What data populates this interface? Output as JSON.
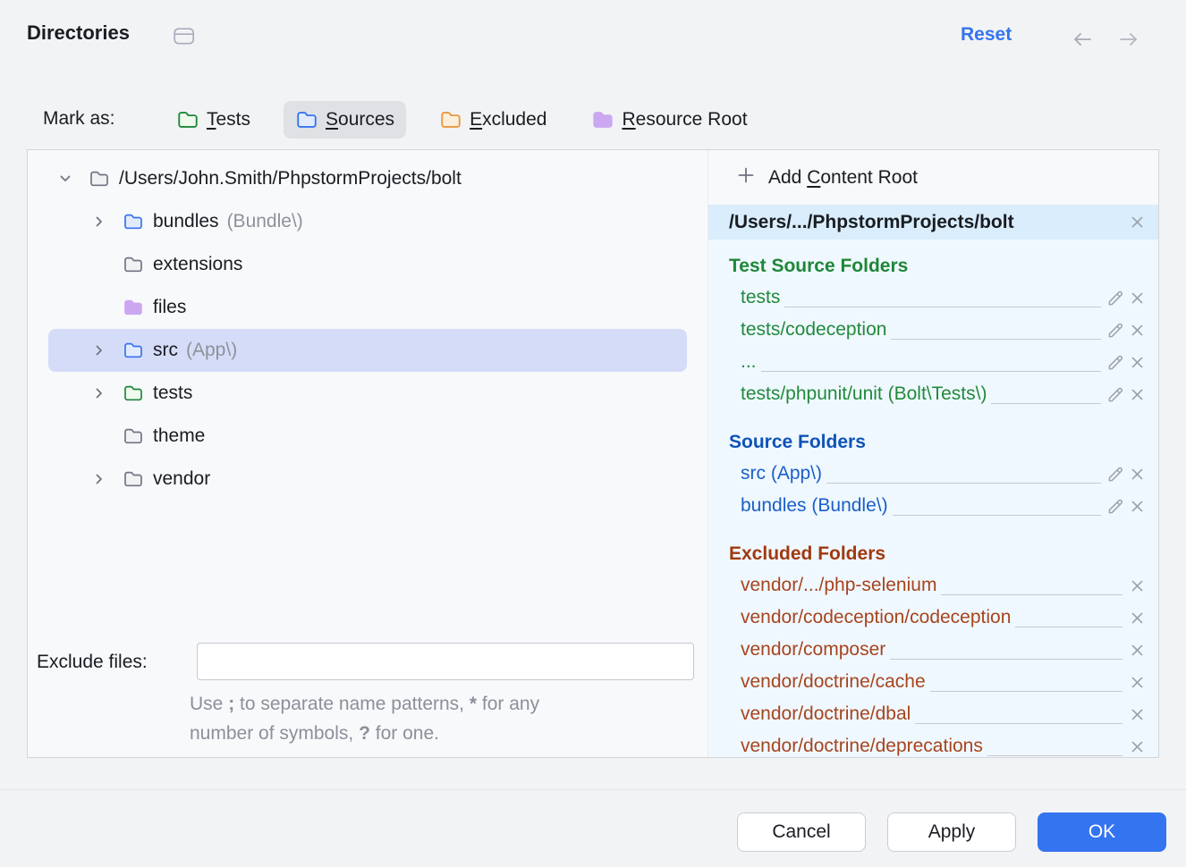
{
  "header": {
    "title": "Directories",
    "reset_label": "Reset"
  },
  "mark_as": {
    "label": "Mark as:",
    "buttons": [
      {
        "label": "Tests",
        "mnemonic": "T",
        "color_key": "green",
        "selected": false
      },
      {
        "label": "Sources",
        "mnemonic": "S",
        "color_key": "blue",
        "selected": true
      },
      {
        "label": "Excluded",
        "mnemonic": "E",
        "color_key": "orange",
        "selected": false
      },
      {
        "label": "Resource Root",
        "mnemonic": "R",
        "color_key": "purple",
        "selected": false
      }
    ]
  },
  "tree": {
    "items": [
      {
        "name": "/Users/John.Smith/PhpstormProjects/bolt",
        "suffix": "",
        "chevron": "down",
        "folder": "gray",
        "indent": 0,
        "selected": false
      },
      {
        "name": "bundles",
        "suffix": "(Bundle\\)",
        "chevron": "right",
        "folder": "blue",
        "indent": 1,
        "selected": false
      },
      {
        "name": "extensions",
        "suffix": "",
        "chevron": "none",
        "folder": "gray",
        "indent": 1,
        "selected": false
      },
      {
        "name": "files",
        "suffix": "",
        "chevron": "none",
        "folder": "purple",
        "indent": 1,
        "selected": false
      },
      {
        "name": "src",
        "suffix": "(App\\)",
        "chevron": "right",
        "folder": "blue",
        "indent": 1,
        "selected": true
      },
      {
        "name": "tests",
        "suffix": "",
        "chevron": "right",
        "folder": "green",
        "indent": 1,
        "selected": false
      },
      {
        "name": "theme",
        "suffix": "",
        "chevron": "none",
        "folder": "gray",
        "indent": 1,
        "selected": false
      },
      {
        "name": "vendor",
        "suffix": "",
        "chevron": "right",
        "folder": "gray",
        "indent": 1,
        "selected": false
      }
    ]
  },
  "exclude_files": {
    "label": "Exclude files:",
    "value": "",
    "hint_lines": [
      [
        {
          "t": "Use "
        },
        {
          "t": ";",
          "b": true
        },
        {
          "t": " to separate name patterns, "
        },
        {
          "t": "*",
          "b": true
        },
        {
          "t": " for any"
        }
      ],
      [
        {
          "t": "number of symbols, "
        },
        {
          "t": "?",
          "b": true
        },
        {
          "t": " for one."
        }
      ]
    ]
  },
  "content_roots": {
    "add_label": "Add Content Root",
    "add_mnemonic": "C",
    "root_path": "/Users/.../PhpstormProjects/bolt",
    "sections": [
      {
        "title": "Test Source Folders",
        "key": "tests",
        "rows": [
          {
            "text": "tests",
            "editable": true
          },
          {
            "text": "tests/codeception",
            "editable": true
          },
          {
            "text": "...",
            "editable": true
          },
          {
            "text": "tests/phpunit/unit (Bolt\\Tests\\)",
            "editable": true
          }
        ]
      },
      {
        "title": "Source Folders",
        "key": "sources",
        "rows": [
          {
            "text": "src (App\\)",
            "editable": true
          },
          {
            "text": "bundles (Bundle\\)",
            "editable": true
          }
        ]
      },
      {
        "title": "Excluded Folders",
        "key": "excluded",
        "rows": [
          {
            "text": "vendor/.../php-selenium",
            "editable": false
          },
          {
            "text": "vendor/codeception/codeception",
            "editable": false
          },
          {
            "text": "vendor/composer",
            "editable": false
          },
          {
            "text": "vendor/doctrine/cache",
            "editable": false
          },
          {
            "text": "vendor/doctrine/dbal",
            "editable": false
          },
          {
            "text": "vendor/doctrine/deprecations",
            "editable": false
          }
        ]
      }
    ]
  },
  "footer": {
    "buttons": [
      {
        "label": "Cancel",
        "primary": false
      },
      {
        "label": "Apply",
        "primary": false
      },
      {
        "label": "OK",
        "primary": true
      }
    ]
  },
  "colors": {
    "accent": "#3574F0",
    "tests_green": "#1E8738",
    "sources_blue": "#0E53B6",
    "excluded_rust": "#A1390F",
    "resource_purple": "#CBA7F2",
    "selection_bg": "#D5DCF8",
    "content_root_bg": "#D9EDFC",
    "right_panel_bg": "#F0F8FF"
  }
}
